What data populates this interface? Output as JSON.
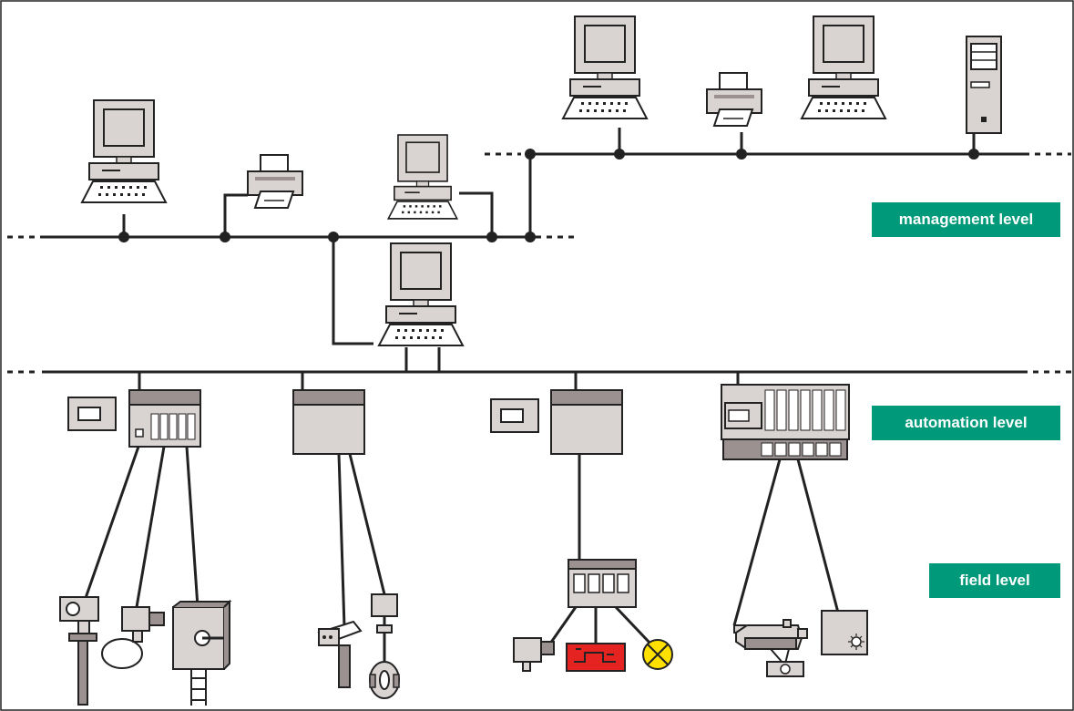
{
  "levels": {
    "management": "management level",
    "automation": "automation level",
    "field": "field level"
  },
  "colors": {
    "device_fill": "#d9d3d1",
    "device_dark": "#9a9190",
    "line": "#1a1a1a",
    "label_bg": "#009a7a",
    "label_text": "#ffffff",
    "alarm_red": "#e52421",
    "lamp_yellow": "#ffe000"
  },
  "icons": {
    "workstation": "computer-icon",
    "printer": "printer-icon",
    "server": "server-tower-icon",
    "controller": "plc-icon",
    "operator_panel": "operator-panel-icon",
    "io_module": "io-module-icon"
  }
}
